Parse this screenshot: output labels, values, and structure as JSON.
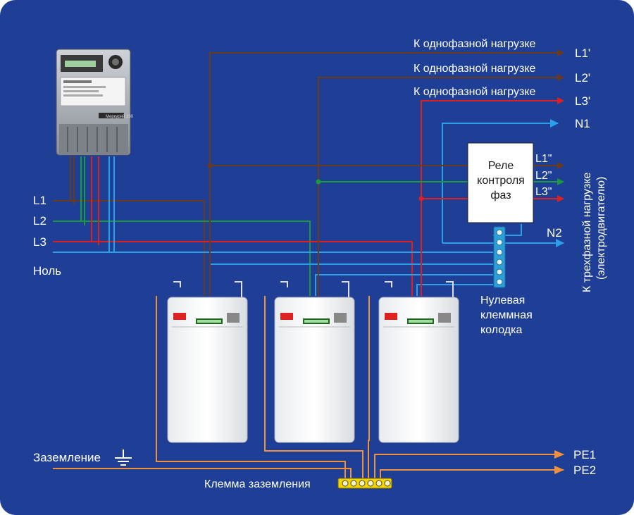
{
  "colors": {
    "background": "#1e3f95",
    "brown": "#6b3a1a",
    "green": "#1a9a3a",
    "red": "#e02020",
    "blue": "#2aa0e8",
    "orange": "#f0913a",
    "terminal_yellow": "#f5d400",
    "neutral_block": "#2e9fd6"
  },
  "outputs": {
    "single_phase_label": "К однофазной нагрузке",
    "l1_prime": "L1'",
    "l2_prime": "L2'",
    "l3_prime": "L3'",
    "n1": "N1",
    "n2": "N2",
    "l1_dprime": "L1\"",
    "l2_dprime": "L2\"",
    "l3_dprime": "L3\"",
    "pe1": "PE1",
    "pe2": "PE2"
  },
  "inputs": {
    "l1": "L1",
    "l2": "L2",
    "l3": "L3",
    "neutral": "Ноль",
    "grounding": "Заземление"
  },
  "relay": {
    "line1": "Реле",
    "line2": "контроля",
    "line3": "фаз"
  },
  "three_phase_load": {
    "line1": "К трехфазной нагрузке",
    "line2": "(электродвигателю)"
  },
  "neutral_block": {
    "line1": "Нулевая",
    "line2": "клеммная",
    "line3": "колодка"
  },
  "ground_terminal_label": "Клемма заземления",
  "meter": {
    "brand": "Меркурий 230",
    "icon": "electricity-meter-icon"
  },
  "stabilizer": {
    "icon": "voltage-stabilizer-icon",
    "count": 3
  }
}
